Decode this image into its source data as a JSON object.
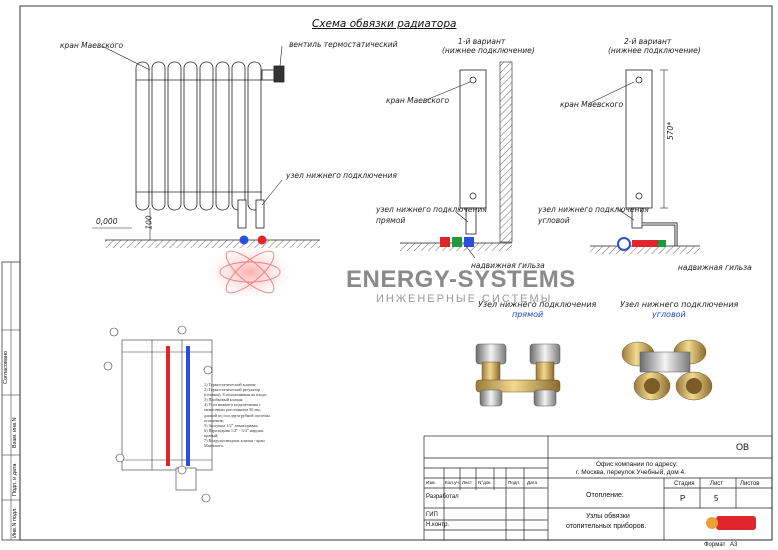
{
  "title": "Схема обвязки радиатора",
  "main_radiator": {
    "label_mayevsky": "кран Маевского",
    "label_thermo_valve": "вентиль термостатический",
    "label_bottom_node": "узел нижнего подключения",
    "level_mark": "0,000",
    "height_mark": "100"
  },
  "variant1": {
    "title_line1": "1-й вариант",
    "title_line2": "(нижнее подключение)",
    "label_mayevsky": "кран Маевского",
    "label_node_line1": "узел нижнего подключения",
    "label_node_line2": "прямой",
    "label_nut": "надвижная гильза"
  },
  "variant2": {
    "title_line1": "2-й вариант",
    "title_line2": "(нижнее подключение)",
    "label_mayevsky": "кран Маевского",
    "label_node_line1": "узел нижнего подключения",
    "label_node_line2": "угловой",
    "label_nut": "надвижная гильза",
    "dimension": "570*"
  },
  "watermark": {
    "line1": "ENERGY-SYSTEMS",
    "line2": "ИНЖЕНЕРНЫЕ СИСТЕМЫ"
  },
  "photo_labels": {
    "straight_line1": "Узел нижнего подключения",
    "straight_line2": "прямой",
    "angle_line1": "Узел нижнего подключения",
    "angle_line2": "угловой"
  },
  "detail_legend": "1) Термостатический клапан;\n2) Термостатический регулятор\n(головка), 8 положениями на входе;\n3) Пробковый клапан;\n4) Угол нижнего подключения с\nмежосевым расстоянием 50 мм,\nдлиной по оси двухтрубной системы\nотопления;\n5) Заглушка 1/2\" левая/правая;\n6) Переходник 1/2\" - 3/4\" наружн.\nправый;\n7) Воздухоотводчик клапан - кран\nМаевского.",
  "side_stamp": {
    "s1": "Согласовано",
    "s2": "Взам. инв.N",
    "s3": "Подп. и дата",
    "s4": "Инв.N подл."
  },
  "stamp": {
    "sheet_code": "ОВ",
    "address_line1": "Офис компании              по адресу:",
    "address_line2": "г. Москва, переулок Учебный, дом 4.",
    "headers": [
      "Изм.",
      "Кол.уч.",
      "Лист",
      "N°док.",
      "Подп.",
      "Дата"
    ],
    "row_developed": "Разработал",
    "row_gip": "ГИП",
    "row_control": "Н.контр.",
    "section": "Отопление.",
    "stage_header": "Стадия",
    "sheet_header": "Лист",
    "sheets_header": "Листов",
    "stage_value": "Р",
    "sheet_value": "5",
    "sheets_value": "",
    "drawing_title_line1": "Узлы обвязки",
    "drawing_title_line2": "отопительных приборов.",
    "format_label": "Формат",
    "format_value": "А3"
  },
  "colors": {
    "pipe_red": "#e0262b",
    "pipe_blue": "#2a4fe0",
    "pipe_green": "#1e9a3a",
    "accent_blue_text": "#1d3fd6"
  }
}
